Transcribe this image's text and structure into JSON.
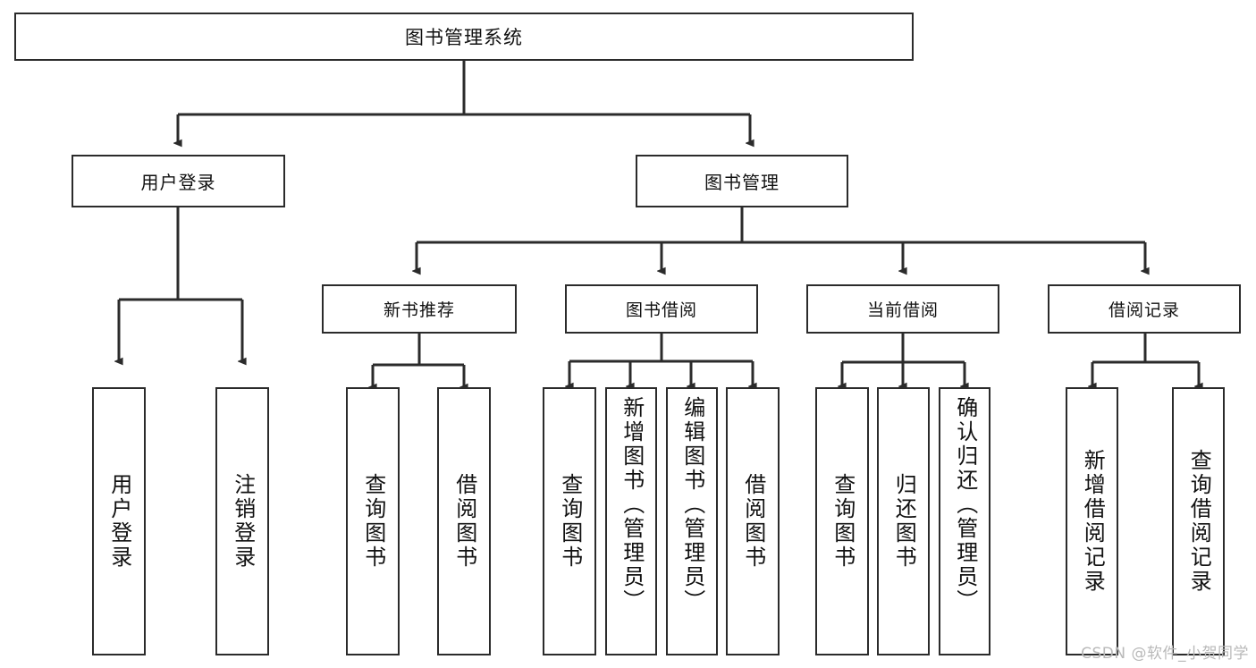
{
  "diagram": {
    "title": "图书管理系统",
    "type": "tree-hierarchy-diagram",
    "root": {
      "label": "图书管理系统"
    },
    "level2": [
      {
        "label": "用户登录"
      },
      {
        "label": "图书管理"
      }
    ],
    "level3": [
      {
        "label": "新书推荐"
      },
      {
        "label": "图书借阅"
      },
      {
        "label": "当前借阅"
      },
      {
        "label": "借阅记录"
      }
    ],
    "leaves": {
      "user_login": [
        {
          "label": "用户登录"
        },
        {
          "label": "注销登录"
        }
      ],
      "new_book_recommend": [
        {
          "label": "查询图书"
        },
        {
          "label": "借阅图书"
        }
      ],
      "book_borrow": [
        {
          "label": "查询图书"
        },
        {
          "label": "新增图书（管理员）"
        },
        {
          "label": "编辑图书（管理员）"
        },
        {
          "label": "借阅图书"
        }
      ],
      "current_borrow": [
        {
          "label": "查询图书"
        },
        {
          "label": "归还图书"
        },
        {
          "label": "确认归还（管理员）"
        }
      ],
      "borrow_record": [
        {
          "label": "新增借阅记录"
        },
        {
          "label": "查询借阅记录"
        }
      ]
    }
  },
  "watermark": {
    "text": "CSDN @软件_小贺同学"
  },
  "colors": {
    "border": "#2b2b2b",
    "background": "#ffffff",
    "text": "#111111",
    "watermark": "#b9b9b9"
  }
}
